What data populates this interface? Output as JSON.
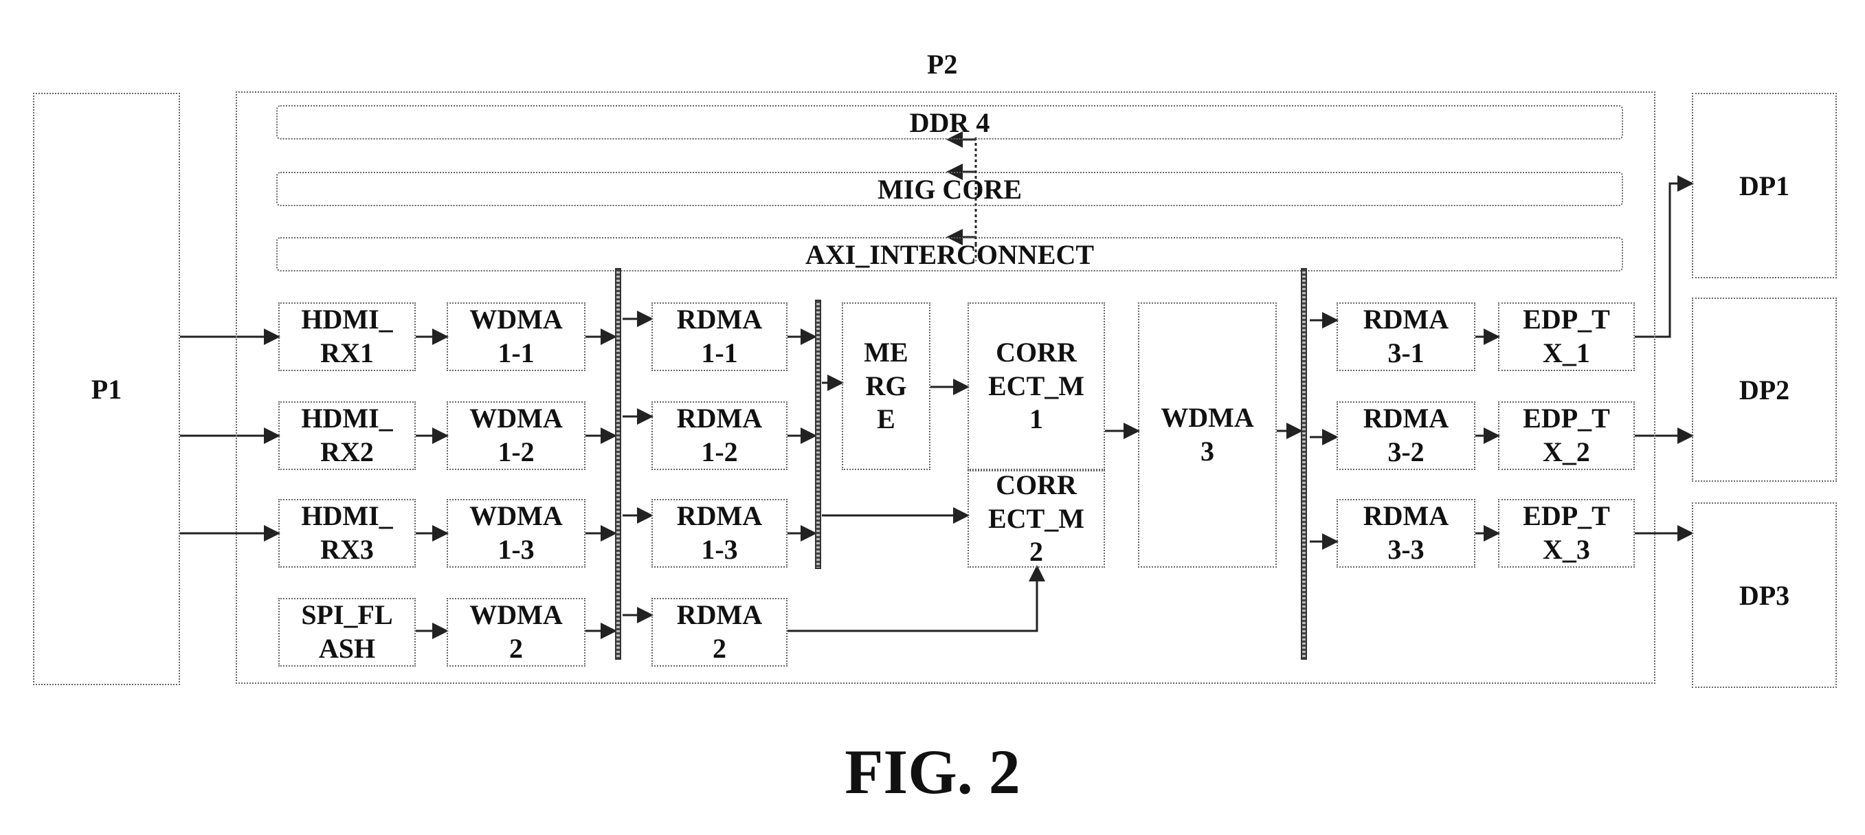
{
  "figure_caption": "FIG. 2",
  "p1_label": "P1",
  "p2_label": "P2",
  "memory": {
    "ddr": "DDR 4",
    "mig": "MIG CORE",
    "axi": "AXI_INTERCONNECT"
  },
  "inputs": [
    "HDMI_\nRX1",
    "HDMI_\nRX2",
    "HDMI_\nRX3",
    "SPI_FL\nASH"
  ],
  "wdma": [
    "WDMA\n1-1",
    "WDMA\n1-2",
    "WDMA\n1-3",
    "WDMA\n2"
  ],
  "rdma": [
    "RDMA\n1-1",
    "RDMA\n1-2",
    "RDMA\n1-3",
    "RDMA\n2"
  ],
  "merge": "ME\nRG\nE",
  "correct_1": "CORR\nECT_M\n1",
  "correct_2": "CORR\nECT_M\n2",
  "wdma3": "WDMA\n3",
  "rdma3": [
    "RDMA\n3-1",
    "RDMA\n3-2",
    "RDMA\n3-3"
  ],
  "edp": [
    "EDP_T\nX_1",
    "EDP_T\nX_2",
    "EDP_T\nX_3"
  ],
  "displays": [
    "DP1",
    "DP2",
    "DP3"
  ]
}
